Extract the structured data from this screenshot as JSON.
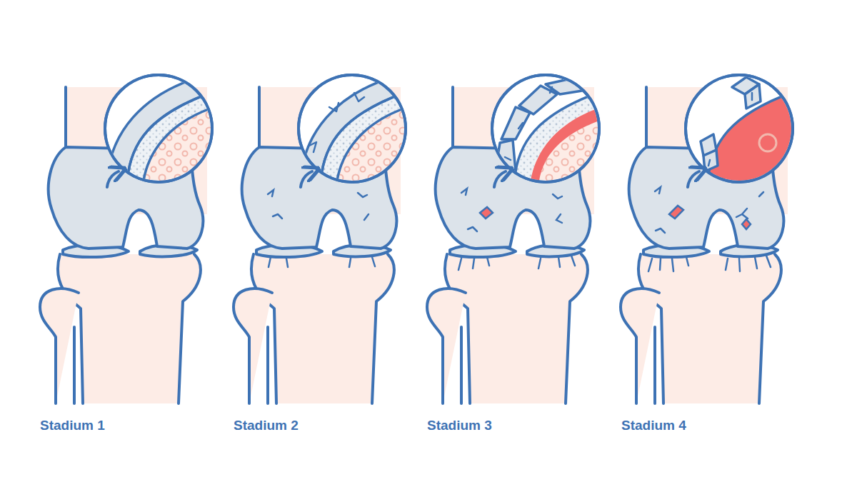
{
  "diagram": {
    "labels": [
      "Stadium 1",
      "Stadium 2",
      "Stadium 3",
      "Stadium 4"
    ]
  }
}
